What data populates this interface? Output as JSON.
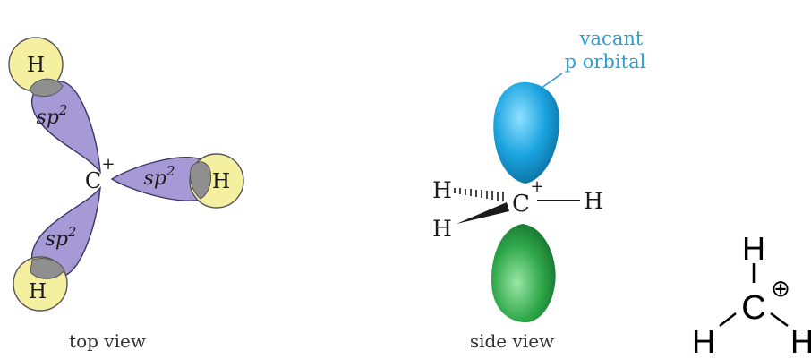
{
  "colors": {
    "lobe_purple": "#a59ad6",
    "hydrogen_yellow": "#f4f0a0",
    "overlap_gray": "#8f8f8f",
    "p_orbital_blue": "#1aa3df",
    "p_orbital_green": "#2fa84a",
    "label_cyan": "#2a9ed3",
    "ink": "#1a1a1a"
  },
  "top_view": {
    "caption": "top view",
    "carbon": "C",
    "charge": "+",
    "lobes": [
      {
        "hybrid": "sp",
        "exponent": "2",
        "hydrogen": "H"
      },
      {
        "hybrid": "sp",
        "exponent": "2",
        "hydrogen": "H"
      },
      {
        "hybrid": "sp",
        "exponent": "2",
        "hydrogen": "H"
      }
    ]
  },
  "side_view": {
    "caption": "side view",
    "orbital_label_line1": "vacant",
    "orbital_label_line2": "p orbital",
    "carbon": "C",
    "charge": "+",
    "h_hashed": "H",
    "h_wedge": "H",
    "h_plain": "H"
  },
  "lewis": {
    "carbon": "C",
    "charge": "⊕",
    "h_top": "H",
    "h_left": "H",
    "h_right": "H"
  }
}
